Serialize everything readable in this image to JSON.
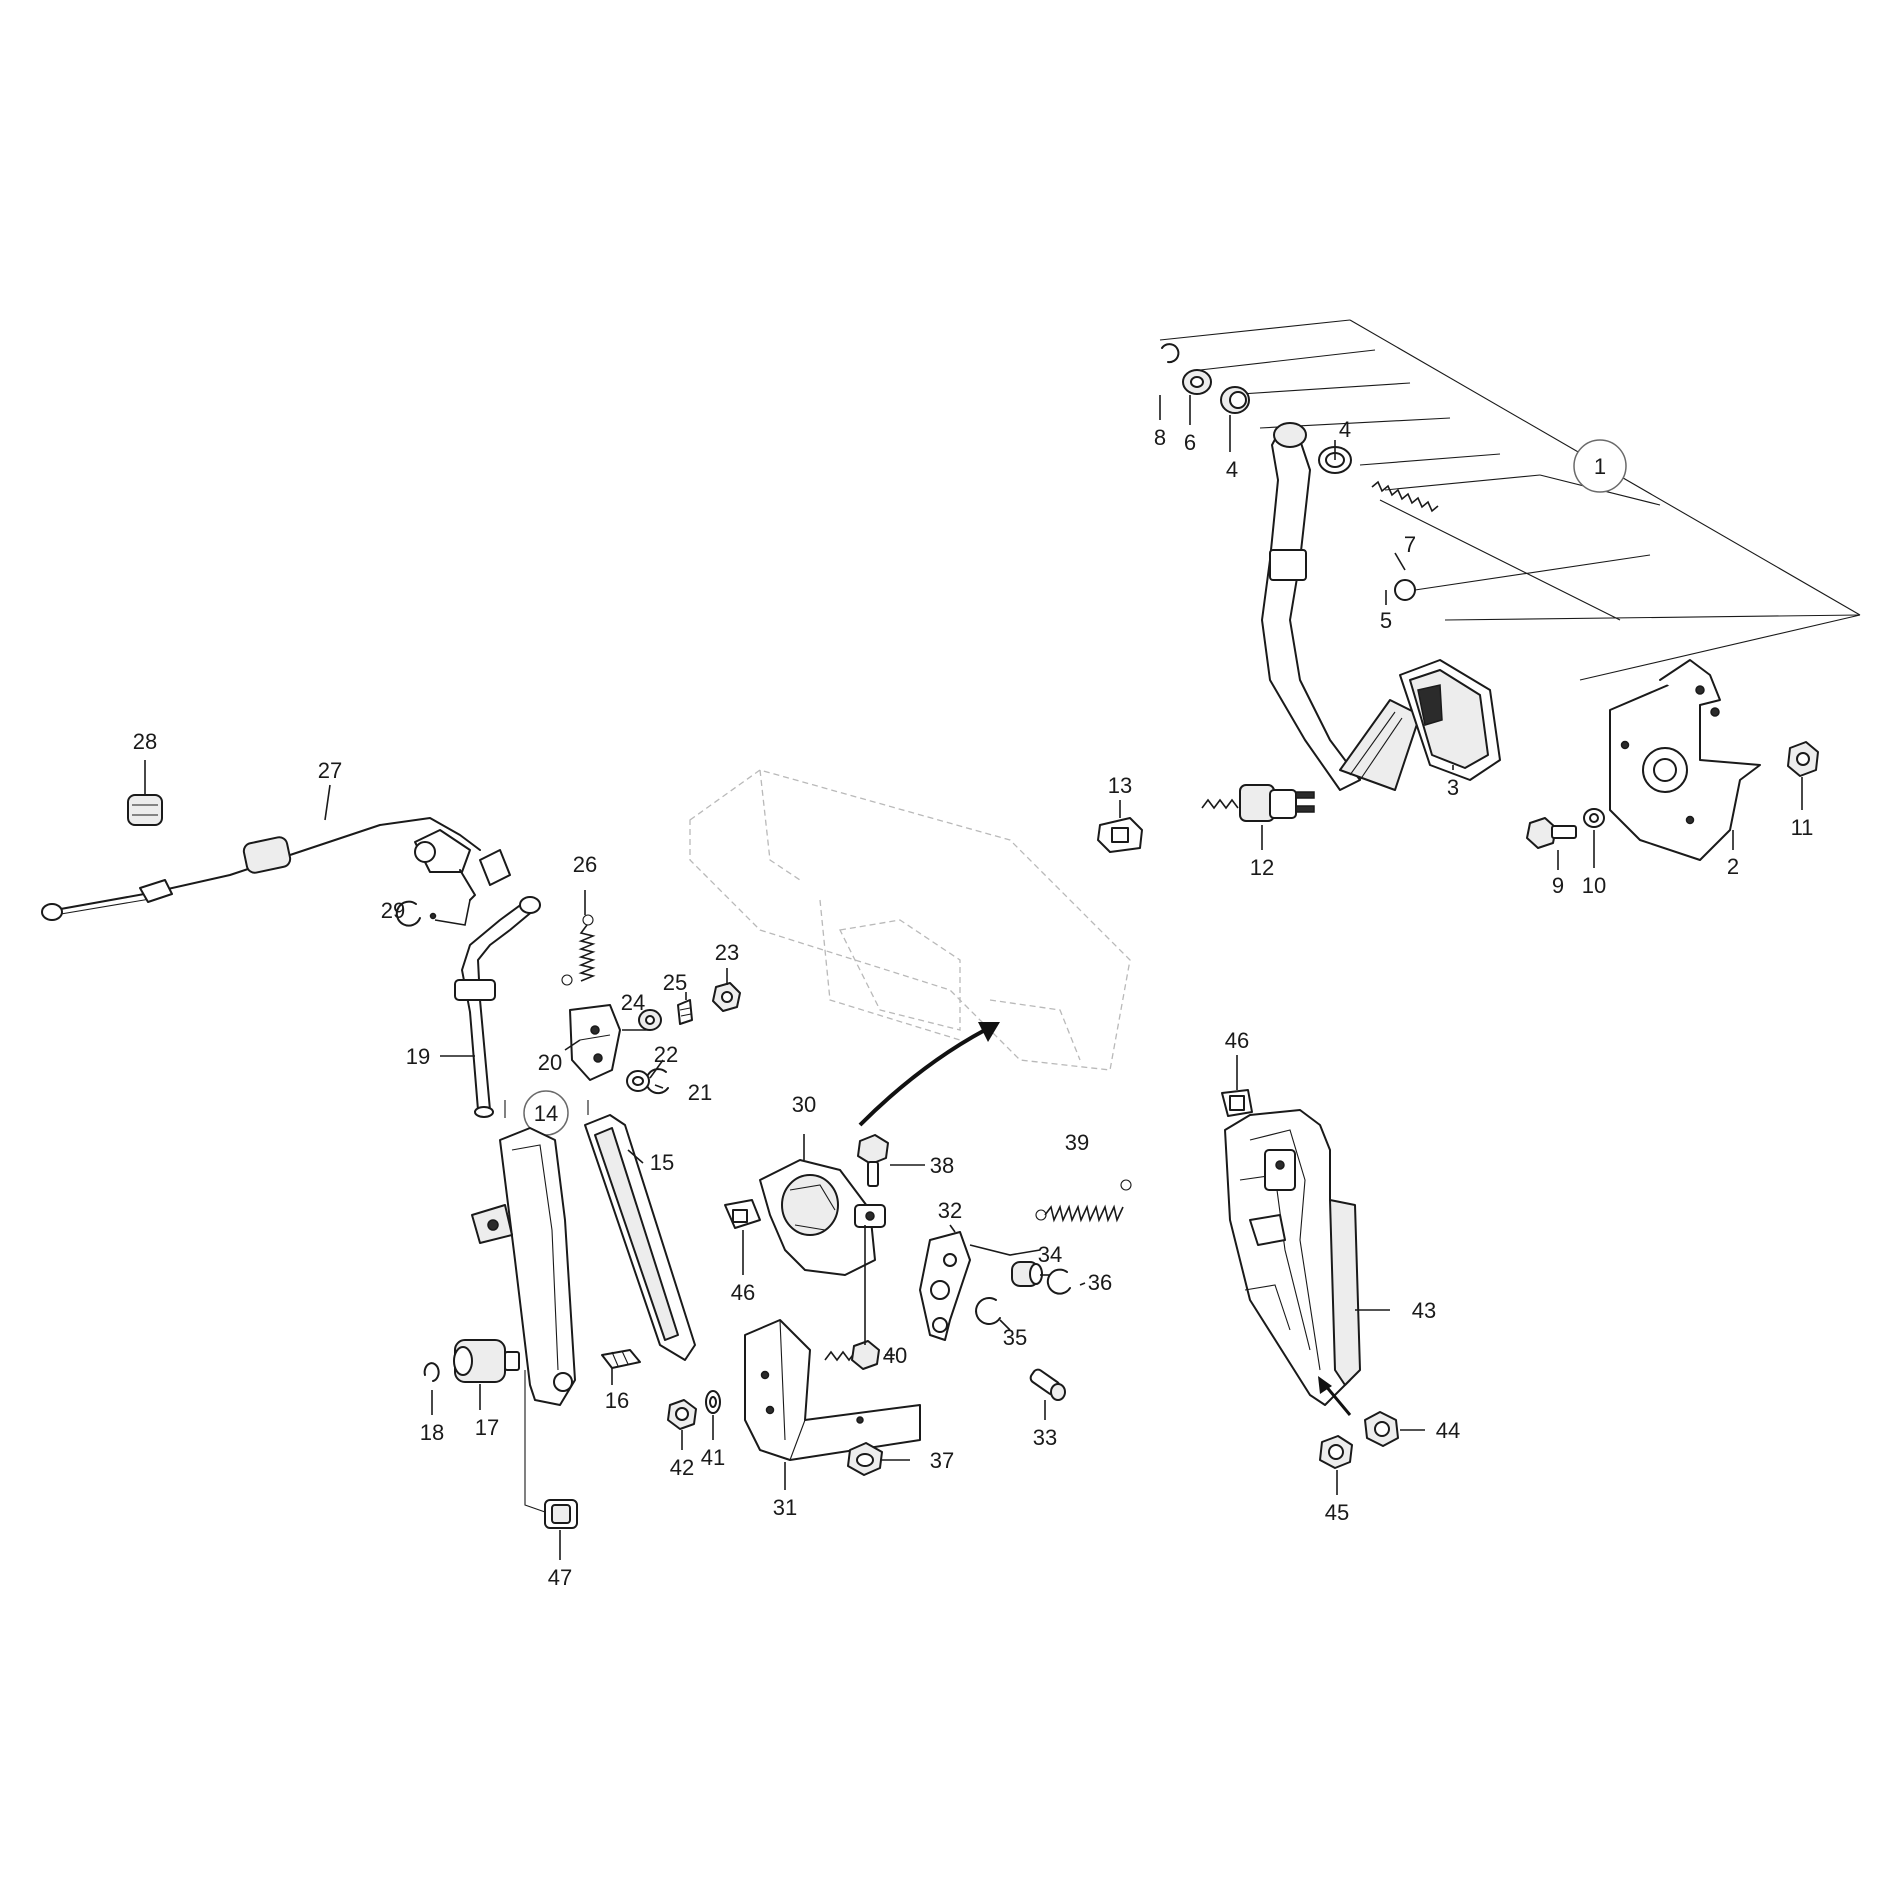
{
  "labels": {
    "p1": "1",
    "p2": "2",
    "p3": "3",
    "p4a": "4",
    "p4b": "4",
    "p5": "5",
    "p6": "6",
    "p7": "7",
    "p8": "8",
    "p9": "9",
    "p10": "10",
    "p11": "11",
    "p12": "12",
    "p13": "13",
    "p14": "14",
    "p15": "15",
    "p16": "16",
    "p17": "17",
    "p18": "18",
    "p19": "19",
    "p20": "20",
    "p21": "21",
    "p22": "22",
    "p23": "23",
    "p24": "24",
    "p25": "25",
    "p26": "26",
    "p27": "27",
    "p28": "28",
    "p29": "29",
    "p30": "30",
    "p31": "31",
    "p32": "32",
    "p33": "33",
    "p34": "34",
    "p35": "35",
    "p36": "36",
    "p37": "37",
    "p38": "38",
    "p39": "39",
    "p40": "40",
    "p41": "41",
    "p42": "42",
    "p43": "43",
    "p44": "44",
    "p45": "45",
    "p46a": "46",
    "p46b": "46",
    "p47": "47"
  },
  "colors": {
    "line": "#1a1a1a",
    "ghost": "#b9b9b9",
    "callout": "#6a6a6a"
  }
}
